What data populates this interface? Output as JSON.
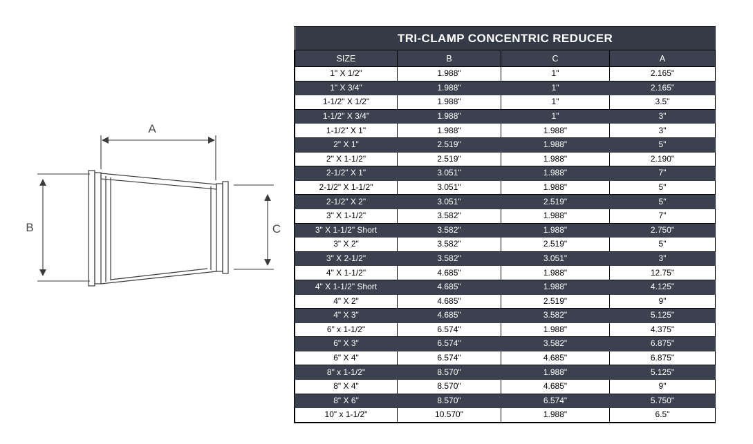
{
  "diagram": {
    "labels": {
      "a": "A",
      "b": "B",
      "c": "C"
    }
  },
  "table": {
    "title": "TRI-CLAMP CONCENTRIC REDUCER",
    "columns": [
      "SIZE",
      "B",
      "C",
      "A"
    ],
    "colors": {
      "title_bg": "#343a46",
      "row_dark_bg": "#3b414e",
      "row_light_bg": "#ffffff",
      "border": "#000000"
    },
    "rows": [
      [
        "1\" X 1/2\"",
        "1.988\"",
        "1\"",
        "2.165\""
      ],
      [
        "1\" X 3/4\"",
        "1.988\"",
        "1\"",
        "2.165\""
      ],
      [
        "1-1/2\" X 1/2\"",
        "1.988\"",
        "1\"",
        "3.5\""
      ],
      [
        "1-1/2\" X 3/4\"",
        "1.988\"",
        "1\"",
        "3\""
      ],
      [
        "1-1/2\" X 1\"",
        "1.988\"",
        "1.988\"",
        "3\""
      ],
      [
        "2\" X 1\"",
        "2.519\"",
        "1.988\"",
        "5\""
      ],
      [
        "2\" X 1-1/2\"",
        "2.519\"",
        "1.988\"",
        "2.190\""
      ],
      [
        "2-1/2\" X 1\"",
        "3.051\"",
        "1.988\"",
        "7\""
      ],
      [
        "2-1/2\" X 1-1/2\"",
        "3.051\"",
        "1.988\"",
        "5\""
      ],
      [
        "2-1/2\" X 2\"",
        "3.051\"",
        "2.519\"",
        "5\""
      ],
      [
        "3\" X 1-1/2\"",
        "3.582\"",
        "1.988\"",
        "7\""
      ],
      [
        "3\" X 1-1/2\" Short",
        "3.582\"",
        "1.988\"",
        "2.750\""
      ],
      [
        "3\" X 2\"",
        "3.582\"",
        "2.519\"",
        "5\""
      ],
      [
        "3\" X 2-1/2\"",
        "3.582\"",
        "3.051\"",
        "3\""
      ],
      [
        "4\" X 1-1/2\"",
        "4.685\"",
        "1.988\"",
        "12.75\""
      ],
      [
        "4\" X 1-1/2\" Short",
        "4.685\"",
        "1.988\"",
        "4.125\""
      ],
      [
        "4\" X 2\"",
        "4.685\"",
        "2.519\"",
        "9\""
      ],
      [
        "4\" X 3\"",
        "4.685\"",
        "3.582\"",
        "5.125\""
      ],
      [
        "6\" x 1-1/2\"",
        "6.574\"",
        "1.988\"",
        "4.375\""
      ],
      [
        "6\" X 3\"",
        "6.574\"",
        "3.582\"",
        "6.875\""
      ],
      [
        "6\" X 4\"",
        "6.574\"",
        "4.685\"",
        "6.875\""
      ],
      [
        "8\" x 1-1/2\"",
        "8.570\"",
        "1.988\"",
        "5.125\""
      ],
      [
        "8\" X 4\"",
        "8.570\"",
        "4.685\"",
        "9\""
      ],
      [
        "8\" X 6\"",
        "8.570\"",
        "6.574\"",
        "5.750\""
      ],
      [
        "10\" x 1-1/2\"",
        "10.570\"",
        "1.988\"",
        "6.5\""
      ]
    ]
  }
}
